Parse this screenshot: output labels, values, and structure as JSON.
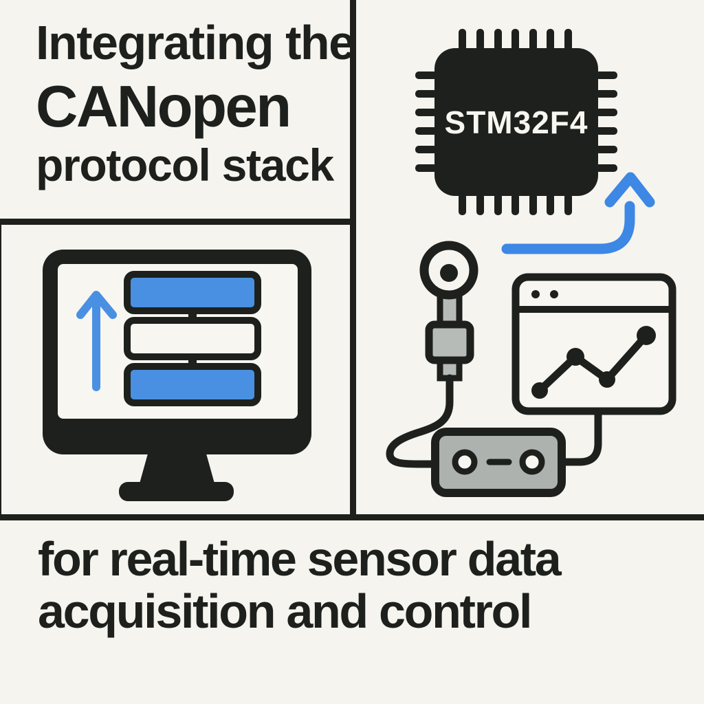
{
  "palette": {
    "background": "#f5f4ee",
    "ink": "#1d201c",
    "blue": "#4a90e2",
    "arrow_blue": "#3d87e5",
    "gray_light": "#b7bbb7",
    "gray_mid": "#aeb2af",
    "white": "#f7f6f1"
  },
  "heading": {
    "line1": "Integrating the",
    "line2": "CANopen",
    "line3": "protocol stack"
  },
  "footer": {
    "line1": "for real-time sensor data",
    "line2": "acquisition and control"
  },
  "chip": {
    "label": "STM32F4"
  },
  "icons": {
    "chip": "mcu-chip-icon",
    "curved_arrow": "curved-up-arrow-icon",
    "sensor": "sensor-probe-icon",
    "connector": "connector-module-icon",
    "browser": "browser-chart-window-icon",
    "monitor": "desktop-monitor-icon",
    "up_arrow": "up-arrow-icon",
    "layers": "stacked-protocol-layers-icon"
  }
}
